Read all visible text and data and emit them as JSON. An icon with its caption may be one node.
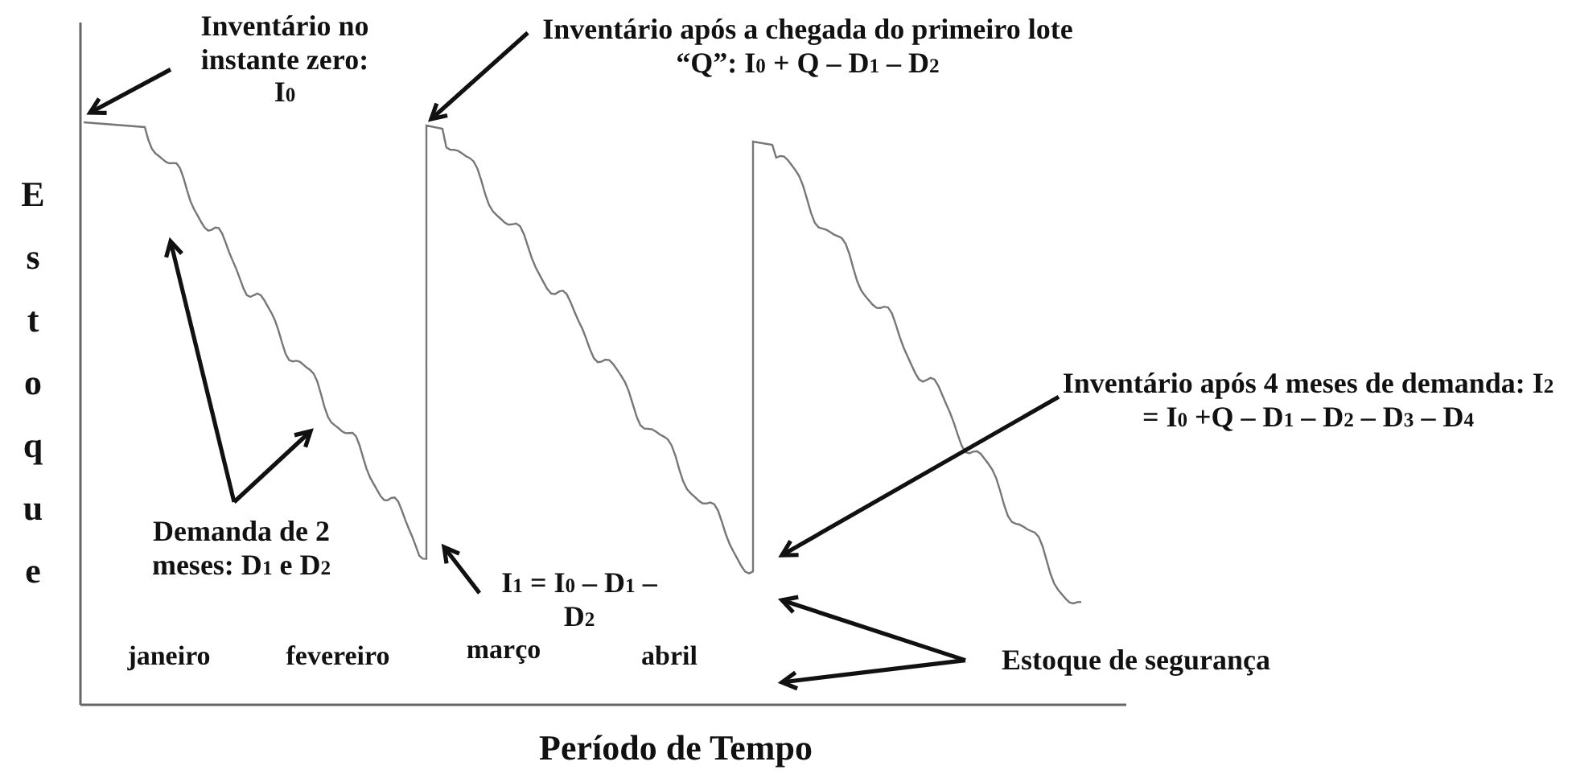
{
  "diagram": {
    "nodes": [
      {
        "text": [
          "Inventário no instante zero: I$_{0}$"
        ]
      },
      {
        "text": [
          "Inventário após a chegada do primeiro lote “Q”: I$_{0}$ + Q – D$_{1}$ – D$_{2}$"
        ]
      },
      {
        "text": [
          "Demanda de 2 meses: D$_{1}$ e D$_{2}$"
        ]
      },
      {
        "text": [
          "I$_{1}$ = I$_{0}$ – D$_{1}$ – D$_{2}$"
        ]
      },
      {
        "text": [
          "Inventário após 4 meses de demanda: I$_{2}$ = I$_{0}$ +Q – D$_{1}$ – D$_{2}$ – D$_{3}$ – D$_{4}$"
        ]
      },
      {
        "text": [
          "Estoque de segurança"
        ]
      }
    ],
    "edges": [
      {
        "from": 0,
        "to": null,
        "arrow": "to"
      },
      {
        "from": 1,
        "to": null,
        "arrow": "to"
      },
      {
        "from": 2,
        "to": null,
        "arrow": "to"
      },
      {
        "from": 2,
        "to": null,
        "arrow": "to"
      },
      {
        "from": 3,
        "to": null,
        "arrow": "to"
      },
      {
        "from": 4,
        "to": null,
        "arrow": "to"
      },
      {
        "from": 5,
        "to": null,
        "arrow": "to"
      },
      {
        "from": 5,
        "to": null,
        "arrow": "to"
      }
    ],
    "labels": [
      "Estoque",
      "janeiro",
      "fevereiro",
      "março",
      "abril",
      "Período de Tempo"
    ]
  }
}
